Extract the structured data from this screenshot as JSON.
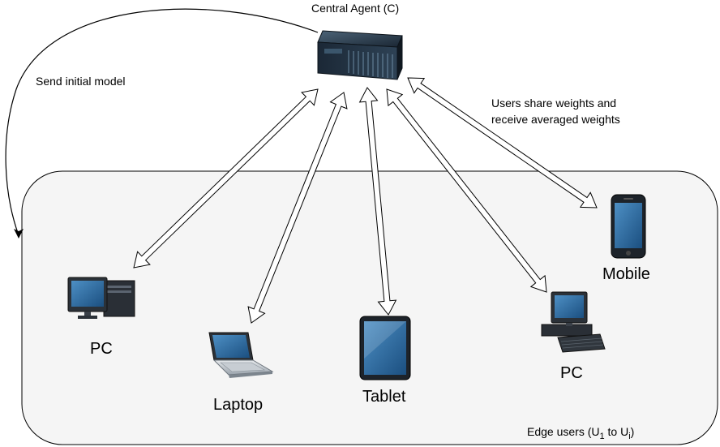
{
  "central": {
    "label": "Central Agent (C)"
  },
  "send_initial_model": "Send initial model",
  "share_note": {
    "line1": "Users share weights and",
    "line2": "receive averaged weights"
  },
  "devices": {
    "pc_left": "PC",
    "laptop": "Laptop",
    "tablet": "Tablet",
    "pc_right": "PC",
    "mobile": "Mobile"
  },
  "edge_group": {
    "prefix": "Edge users (U",
    "sub1": "1",
    "mid": " to U",
    "subi": "i",
    "suffix": ")"
  },
  "colors": {
    "stroke": "#000000",
    "region_fill": "#f5f5f5",
    "arrow_fill": "#ffffff",
    "server_body": "#1c2a38",
    "screen_blue": "#2f6fa3"
  },
  "icons": [
    "server-icon",
    "desktop-pc-icon",
    "laptop-icon",
    "tablet-icon",
    "mobile-phone-icon",
    "workstation-pc-icon"
  ]
}
